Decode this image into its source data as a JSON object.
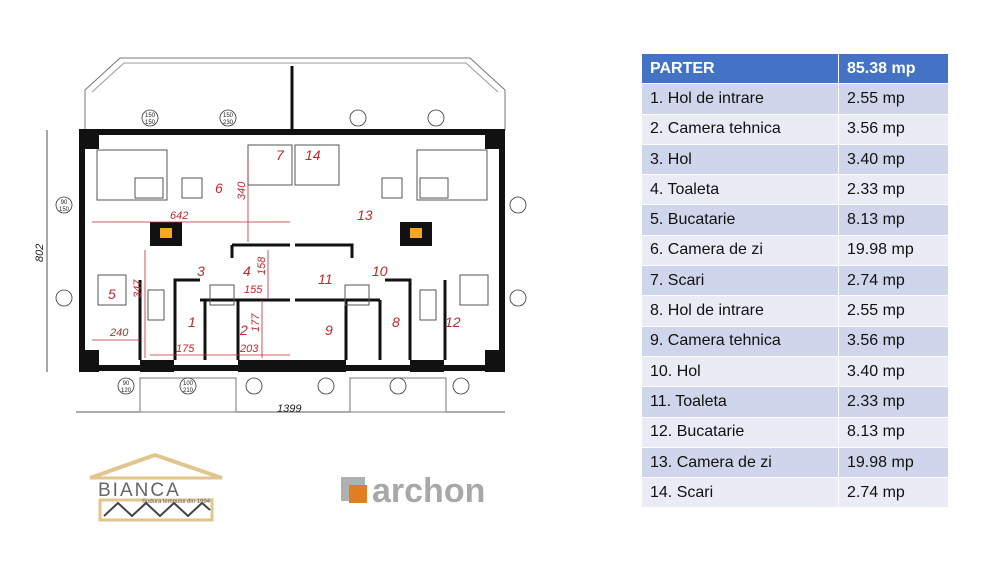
{
  "table": {
    "header": {
      "name": "PARTER",
      "area": "85.38 mp"
    },
    "rows": [
      {
        "name": "1. Hol de intrare",
        "area": "2.55 mp"
      },
      {
        "name": "2. Camera tehnica",
        "area": "3.56 mp"
      },
      {
        "name": "3. Hol",
        "area": "3.40 mp"
      },
      {
        "name": "4. Toaleta",
        "area": "2.33 mp"
      },
      {
        "name": "5. Bucatarie",
        "area": "8.13 mp"
      },
      {
        "name": "6. Camera de zi",
        "area": "19.98 mp"
      },
      {
        "name": "7. Scari",
        "area": "2.74 mp"
      },
      {
        "name": "8. Hol de intrare",
        "area": "2.55 mp"
      },
      {
        "name": "9. Camera tehnica",
        "area": "3.56 mp"
      },
      {
        "name": "10. Hol",
        "area": "3.40 mp"
      },
      {
        "name": "11. Toaleta",
        "area": "2.33 mp"
      },
      {
        "name": "12. Bucatarie",
        "area": "8.13 mp"
      },
      {
        "name": "13. Camera de zi",
        "area": "19.98 mp"
      },
      {
        "name": "14. Scari",
        "area": "2.74 mp"
      }
    ]
  },
  "plan": {
    "rooms": [
      "1",
      "2",
      "3",
      "4",
      "5",
      "6",
      "7",
      "8",
      "9",
      "10",
      "11",
      "12",
      "13",
      "14"
    ],
    "dims": {
      "d642": "642",
      "d340": "340",
      "d347": "347",
      "d158": "158",
      "d155": "155",
      "d177": "177",
      "d240": "240",
      "d175": "175",
      "d203": "203",
      "width": "1399",
      "height": "802"
    },
    "windows": {
      "w150": "150",
      "w150b": "150",
      "w90": "90",
      "w230": "230",
      "w120": "120",
      "w100": "100",
      "w210": "210"
    }
  },
  "logos": {
    "bianca": "BIANCA",
    "bianca_tag": "Sudura lemnului din 1994",
    "archon": "archon"
  },
  "colors": {
    "header": "#4472C4",
    "row_odd": "#CFD5EA",
    "row_even": "#E9EBF5"
  }
}
